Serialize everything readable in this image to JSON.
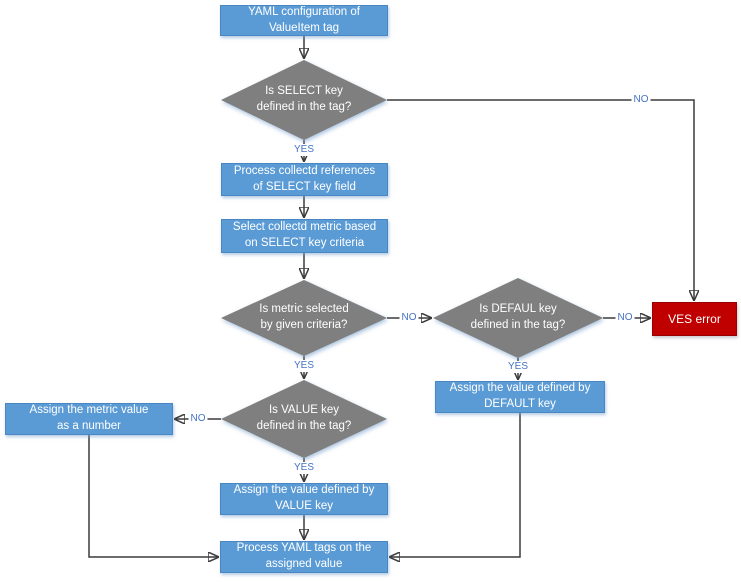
{
  "colors": {
    "background": "#ffffff",
    "process_fill": "#5B9BD5",
    "process_border": "#4a87c2",
    "decision_fill": "#7f7f7f",
    "error_fill": "#C00000",
    "error_border": "#9b0000",
    "connector": "#3b3b3b",
    "edge_label": "#4472C4",
    "text": "#ffffff"
  },
  "nodes": {
    "start": {
      "type": "process",
      "label": [
        "YAML configuration of",
        "ValueItem tag"
      ]
    },
    "d_select": {
      "type": "decision",
      "label": [
        "Is SELECT key",
        "defined in the tag?"
      ]
    },
    "p_refs": {
      "type": "process",
      "label": [
        "Process collectd references",
        "of SELECT key field"
      ]
    },
    "p_metric": {
      "type": "process",
      "label": [
        "Select collectd metric based",
        "on SELECT key criteria"
      ]
    },
    "d_metric": {
      "type": "decision",
      "label": [
        "Is metric selected",
        "by given criteria?"
      ]
    },
    "d_default": {
      "type": "decision",
      "label": [
        "Is DEFAUL key",
        "defined in the tag?"
      ]
    },
    "ves_error": {
      "type": "error",
      "label": [
        "VES error"
      ]
    },
    "p_default": {
      "type": "process",
      "label": [
        "Assign the value defined by",
        "DEFAULT key"
      ]
    },
    "d_value": {
      "type": "decision",
      "label": [
        "Is VALUE key",
        "defined in the tag?"
      ]
    },
    "p_number": {
      "type": "process",
      "label": [
        "Assign the metric value",
        "as a number"
      ]
    },
    "p_value": {
      "type": "process",
      "label": [
        "Assign the value defined by",
        "VALUE key"
      ]
    },
    "p_yaml": {
      "type": "process",
      "label": [
        "Process YAML tags on the",
        "assigned value"
      ]
    }
  },
  "edge_labels": {
    "select_yes": "YES",
    "select_no": "NO",
    "metric_yes": "YES",
    "metric_no": "NO",
    "default_yes": "YES",
    "default_no": "NO",
    "value_yes": "YES",
    "value_no": "NO"
  }
}
